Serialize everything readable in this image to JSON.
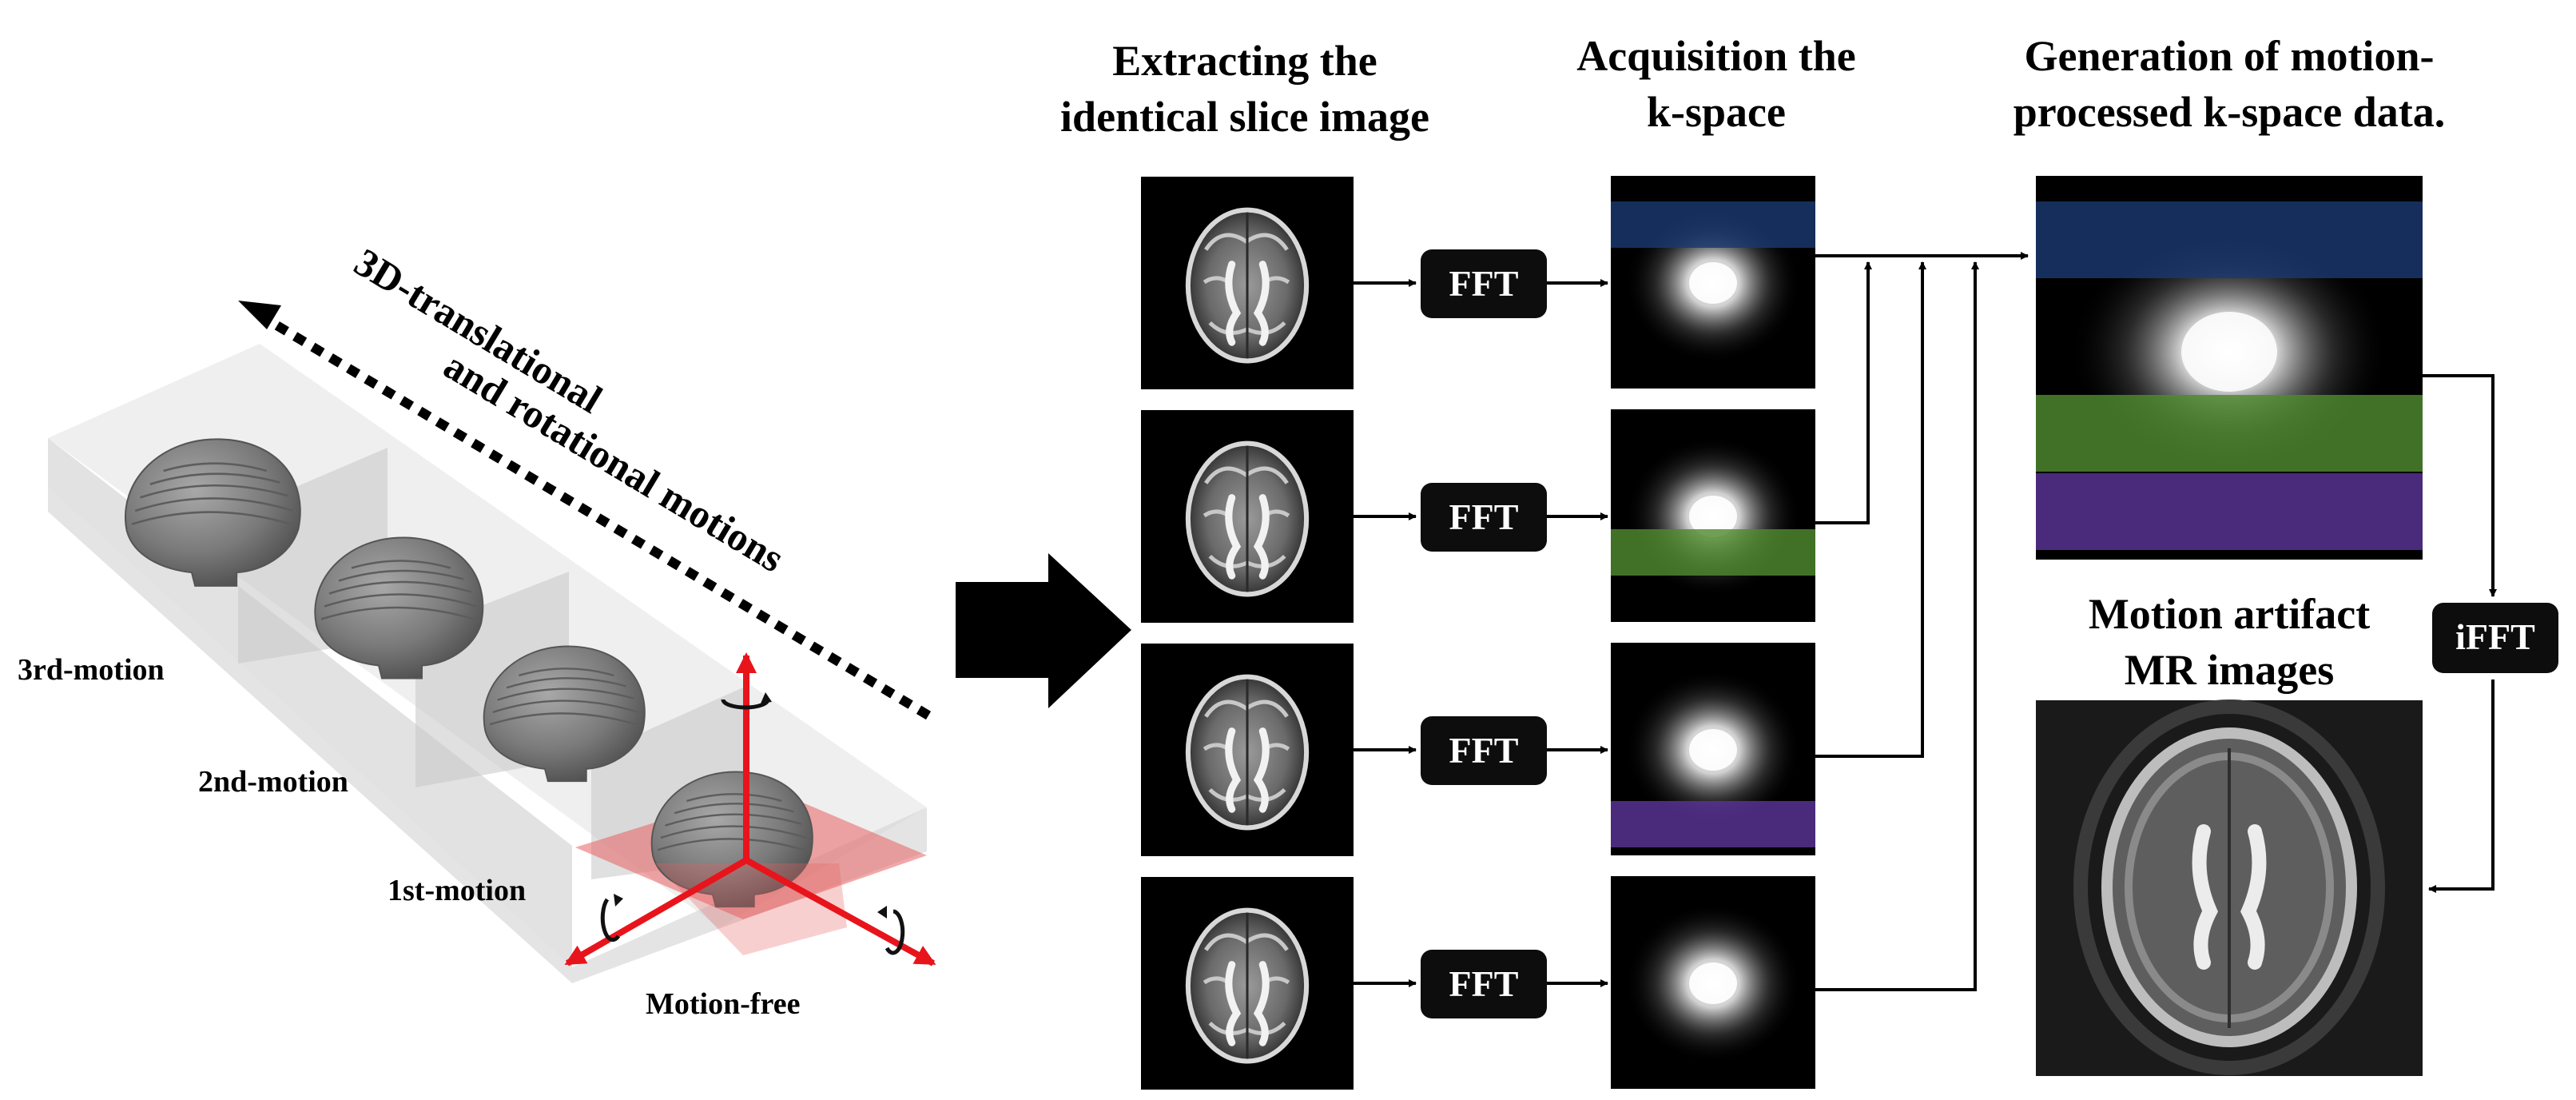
{
  "left_panel": {
    "motion_direction_label": [
      "3D-translational",
      "and rotational motions"
    ],
    "position_labels": [
      "3rd-motion",
      "2nd-motion",
      "1st-motion",
      "Motion-free"
    ]
  },
  "pipeline": {
    "column_titles": {
      "extract": [
        "Extracting the",
        "identical slice image"
      ],
      "acquire": [
        "Acquisition the",
        "k-space"
      ],
      "generate": [
        "Generation of motion-",
        "processed k-space data."
      ]
    },
    "rows": [
      {
        "op": "FFT",
        "band_color": "#1b3870"
      },
      {
        "op": "FFT",
        "band_color": "#4f8a2e"
      },
      {
        "op": "FFT",
        "band_color": "#5a3596"
      },
      {
        "op": "FFT",
        "band_color": ""
      }
    ],
    "combined_bands": [
      "#1b3870",
      "#4f8a2e",
      "#5a3596"
    ],
    "inverse_op": "iFFT",
    "output_title": [
      "Motion artifact",
      "MR images"
    ]
  },
  "colors": {
    "axis_red": "#e8141c",
    "plane_red": "#e86060",
    "box_gray": "#d8d8d8",
    "head_gray": "#7a7a7a",
    "badge_bg": "#0d0d0d"
  }
}
